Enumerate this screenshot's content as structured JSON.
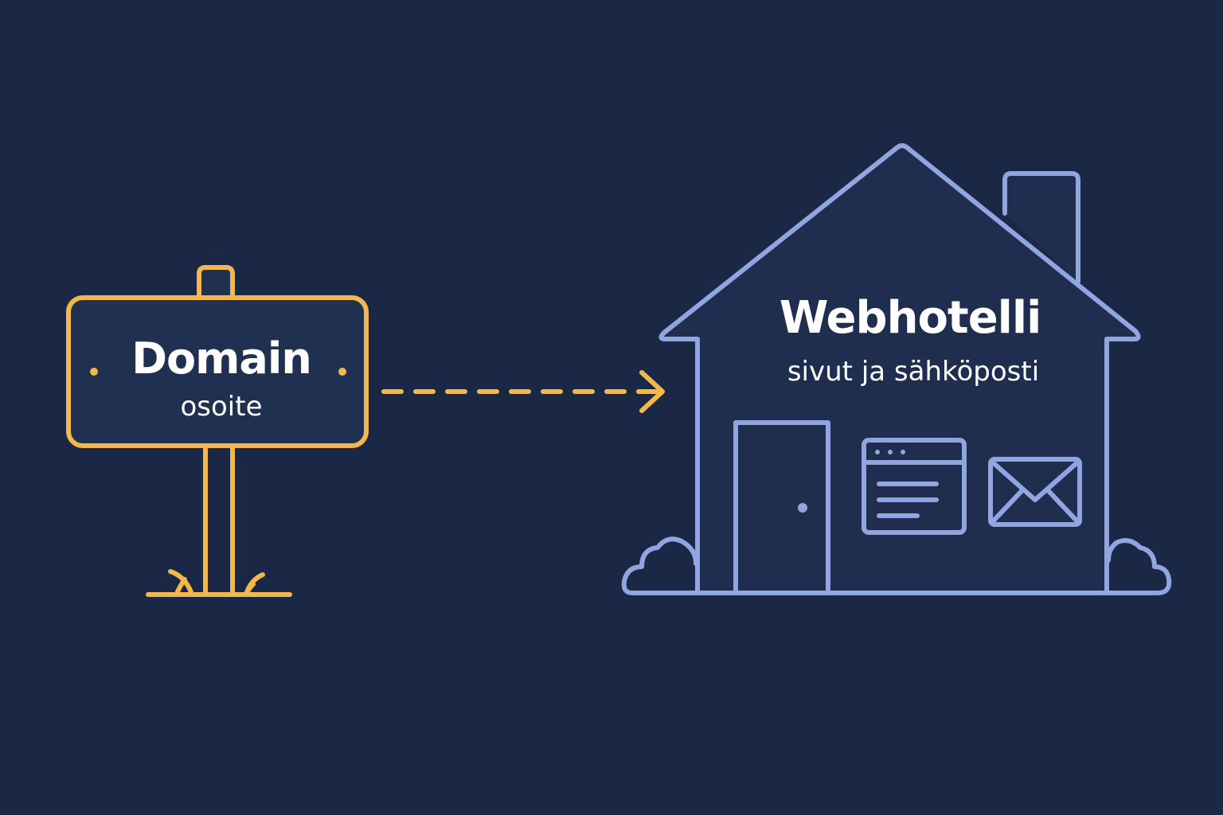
{
  "colors": {
    "background": "#1b2845",
    "sign": "#f2b84b",
    "sign_fill": "#1f3050",
    "house": "#8fa6e0",
    "house_fill": "#1f2e4e",
    "text": "#ffffff"
  },
  "signpost": {
    "title": "Domain",
    "subtitle": "osoite"
  },
  "arrow": {
    "icon": "dashed-arrow-right"
  },
  "house": {
    "title": "Webhotelli",
    "subtitle": "sivut ja sähköposti",
    "icons": [
      "door-icon",
      "browser-window-icon",
      "envelope-icon"
    ]
  }
}
